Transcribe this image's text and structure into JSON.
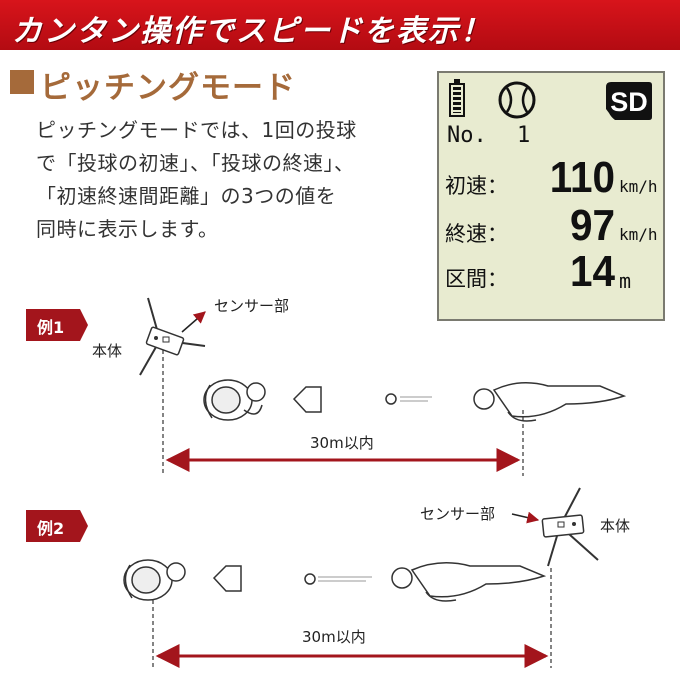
{
  "banner": {
    "title": "カンタン操作でスピードを表示！"
  },
  "section": {
    "title": "ピッチングモード"
  },
  "description": {
    "lines": [
      "ピッチングモードでは、1回の投球",
      "で「投球の初速」、「投球の終速」、",
      "「初速終速間距離」の3つの値を",
      "同時に表示します。"
    ]
  },
  "display": {
    "icons": [
      "battery-icon",
      "baseball-icon",
      "sd-card-icon"
    ],
    "sd_label": "SD",
    "no_label": "No.",
    "no_value": "1",
    "rows": [
      {
        "label": "初速：",
        "value": "110",
        "unit": "km/h"
      },
      {
        "label": "終速：",
        "value": "97",
        "unit": "km/h"
      },
      {
        "label": "区間：",
        "value": "14",
        "unit": "m"
      }
    ]
  },
  "example1": {
    "tag": "例1",
    "sensor_label": "センサー部",
    "body_label": "本体",
    "distance": "30m以内"
  },
  "example2": {
    "tag": "例2",
    "sensor_label": "センサー部",
    "body_label": "本体",
    "distance": "30m以内"
  },
  "colors": {
    "banner": "#c8101a",
    "section": "#a56a3a",
    "arrow": "#a3151c",
    "lcd_bg": "#e8ebd0"
  }
}
